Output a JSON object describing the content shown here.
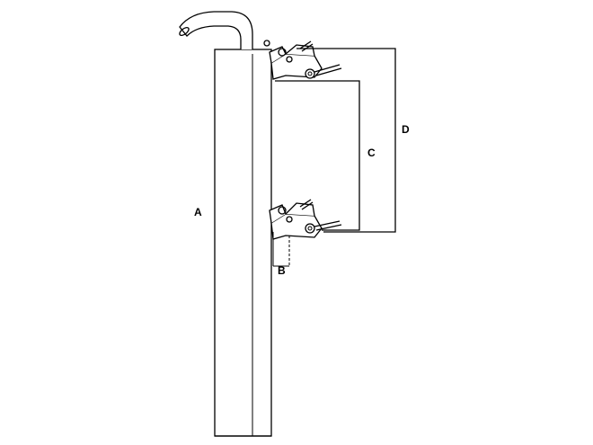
{
  "labels": {
    "a": "A",
    "b": "B",
    "c": "C",
    "d": "D"
  },
  "colors": {
    "line": "#000000",
    "background": "#ffffff"
  }
}
